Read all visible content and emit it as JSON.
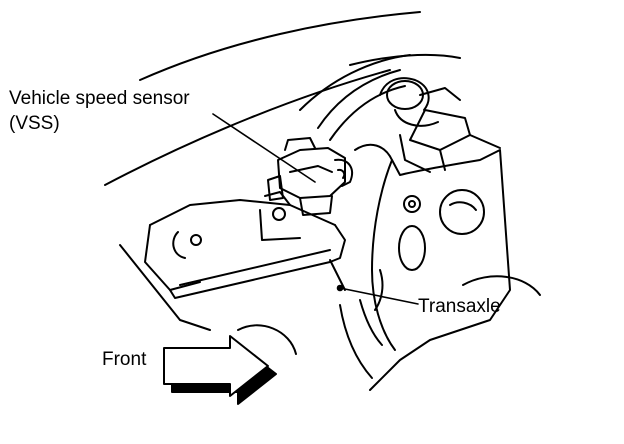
{
  "labels": {
    "vss_line1": "Vehicle speed sensor",
    "vss_line2": "(VSS)",
    "transaxle": "Transaxle",
    "front": "Front"
  },
  "colors": {
    "line": "#000000",
    "background": "#ffffff"
  },
  "icons": {
    "front_arrow": "right-arrow-icon"
  }
}
